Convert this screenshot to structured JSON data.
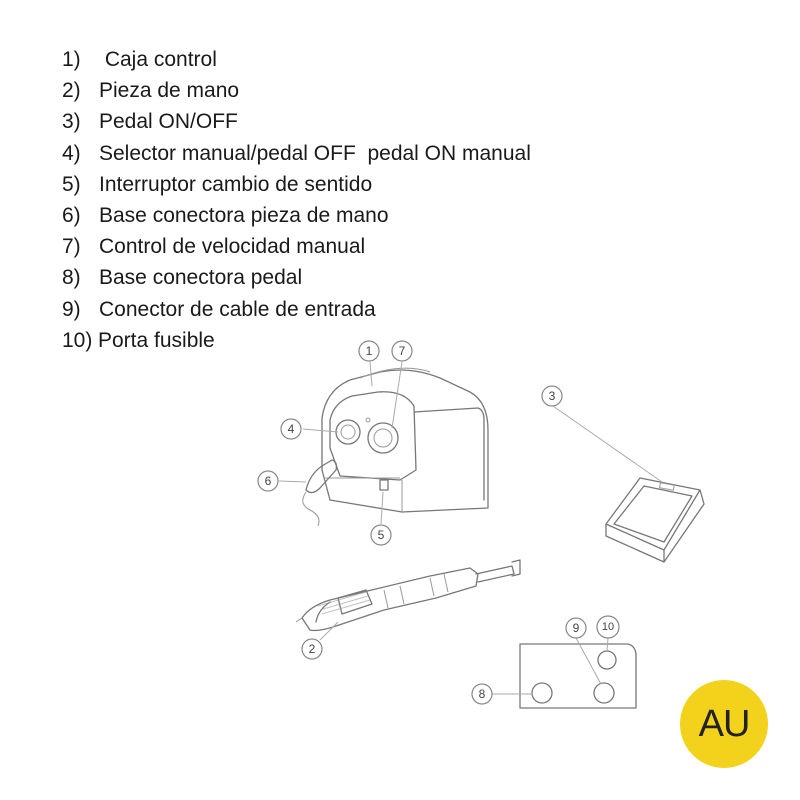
{
  "legend": [
    {
      "num": "1)",
      "text": " Caja control"
    },
    {
      "num": "2)",
      "text": "Pieza de mano"
    },
    {
      "num": "3)",
      "text": "Pedal ON/OFF"
    },
    {
      "num": "4)",
      "text": "Selector manual/pedal OFF  pedal ON manual"
    },
    {
      "num": "5)",
      "text": "Interruptor cambio de sentido"
    },
    {
      "num": "6)",
      "text": "Base conectora pieza de mano"
    },
    {
      "num": "7)",
      "text": "Control de velocidad manual"
    },
    {
      "num": "8)",
      "text": "Base conectora pedal"
    },
    {
      "num": "9)",
      "text": "Conector de cable de entrada"
    },
    {
      "num": "10)",
      "text": "Porta fusible"
    }
  ],
  "callouts": [
    "1",
    "7",
    "3",
    "4",
    "6",
    "5",
    "2",
    "9",
    "10",
    "8"
  ],
  "logo": {
    "text": "AU",
    "color": "#f2d21b"
  }
}
